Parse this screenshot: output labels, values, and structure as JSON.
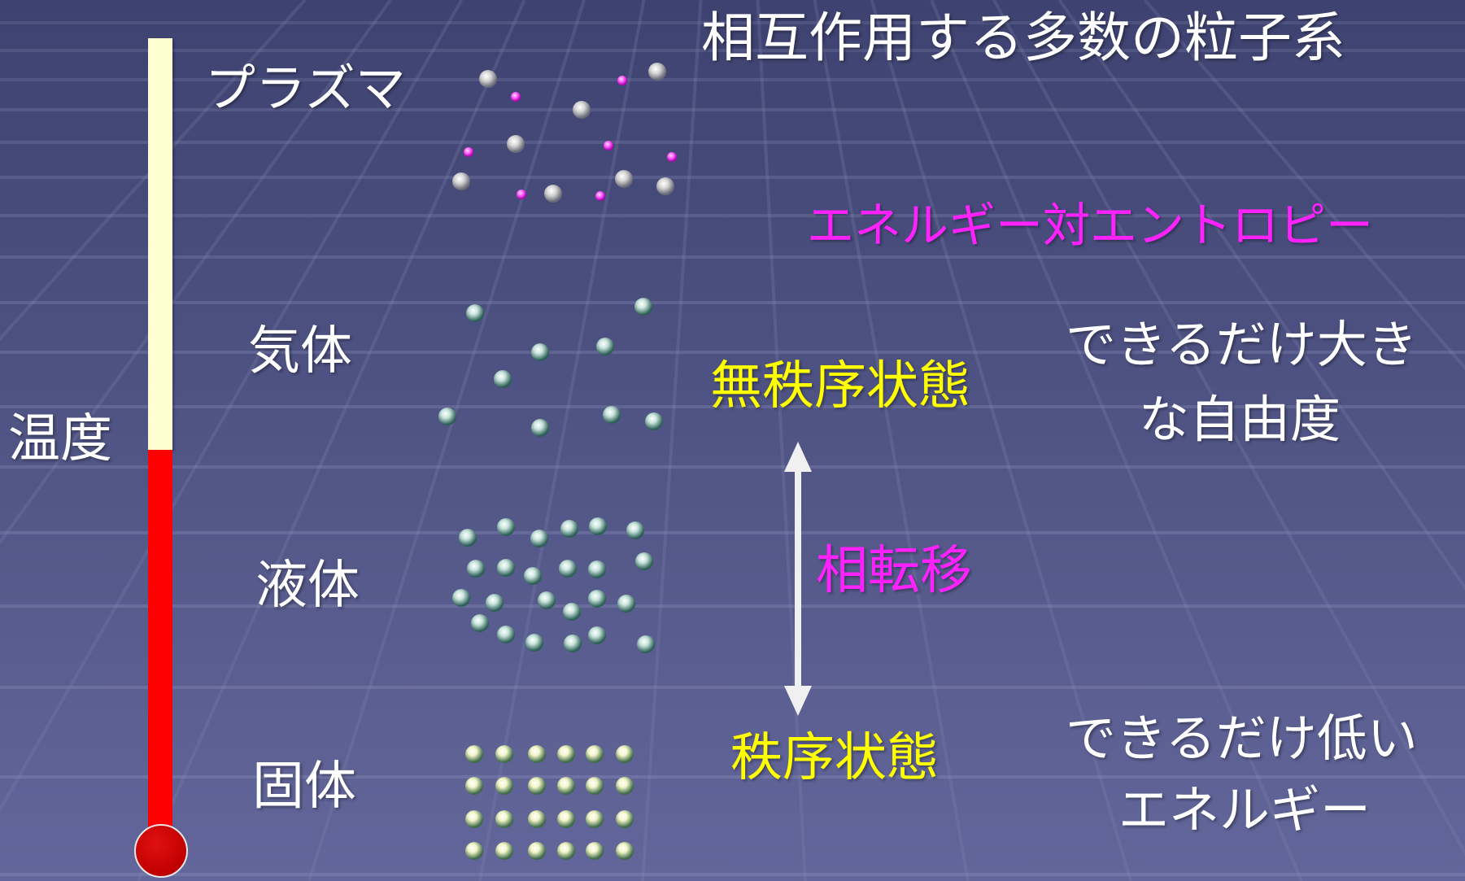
{
  "title": "相互作用する多数の粒子系",
  "subtitle": "エネルギー対エントロピー",
  "temperature_label": "温度",
  "states": {
    "plasma": "プラズマ",
    "gas": "気体",
    "liquid": "液体",
    "solid": "固体"
  },
  "disordered_state": "無秩序状態",
  "ordered_state": "秩序状態",
  "phase_transition": "相転移",
  "entropy_note": {
    "line1": "できるだけ大き",
    "line2": "な自由度"
  },
  "energy_note": {
    "line1": "できるだけ低い",
    "line2": "エネルギー"
  },
  "thermometer": {
    "hot_color": "#ff0000",
    "cool_color": "#ffffd2"
  },
  "colors": {
    "background": "#51558a",
    "text": "#ffffff",
    "highlight": "#ffff00",
    "accent": "#ff22ff"
  }
}
